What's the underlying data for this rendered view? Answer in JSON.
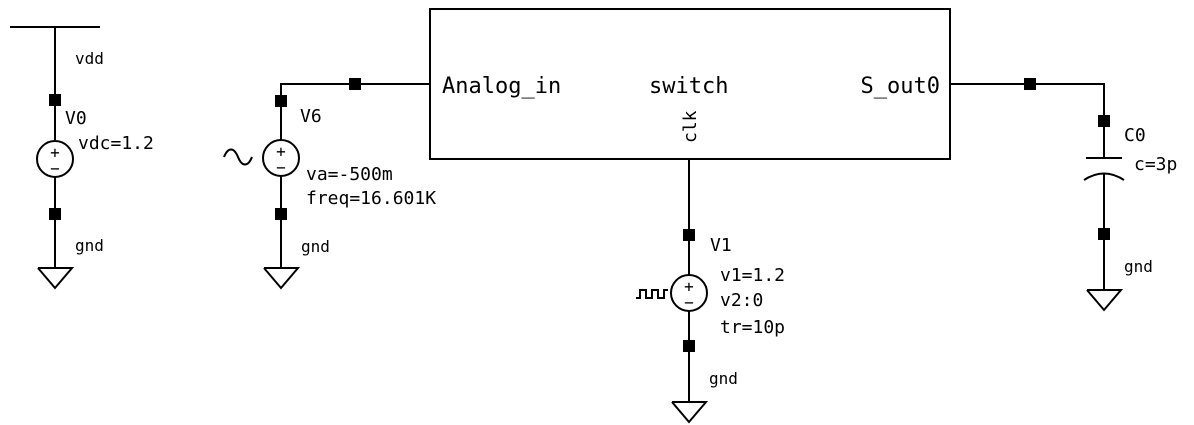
{
  "supply": {
    "net_label": "vdd",
    "instance": "V0",
    "param": "vdc=1.2",
    "ground_label": "gnd"
  },
  "input_source": {
    "instance": "V6",
    "param_amplitude": "va=-500m",
    "param_frequency": "freq=16.601K",
    "ground_label": "gnd"
  },
  "switch_block": {
    "pin_in": "Analog_in",
    "name": "switch",
    "pin_out": "S_out0",
    "pin_clk": "clk"
  },
  "clock_source": {
    "instance": "V1",
    "param_v1": "v1=1.2",
    "param_v2": "v2:0",
    "param_tr": "tr=10p",
    "ground_label": "gnd"
  },
  "load_cap": {
    "instance": "C0",
    "param": "c=3p",
    "ground_label": "gnd"
  },
  "colors": {
    "line": "#000000",
    "background": "#ffffff"
  },
  "icons": [
    "dc-voltage-source-icon",
    "sine-voltage-source-icon",
    "pulse-voltage-source-icon",
    "capacitor-icon",
    "ground-icon"
  ]
}
